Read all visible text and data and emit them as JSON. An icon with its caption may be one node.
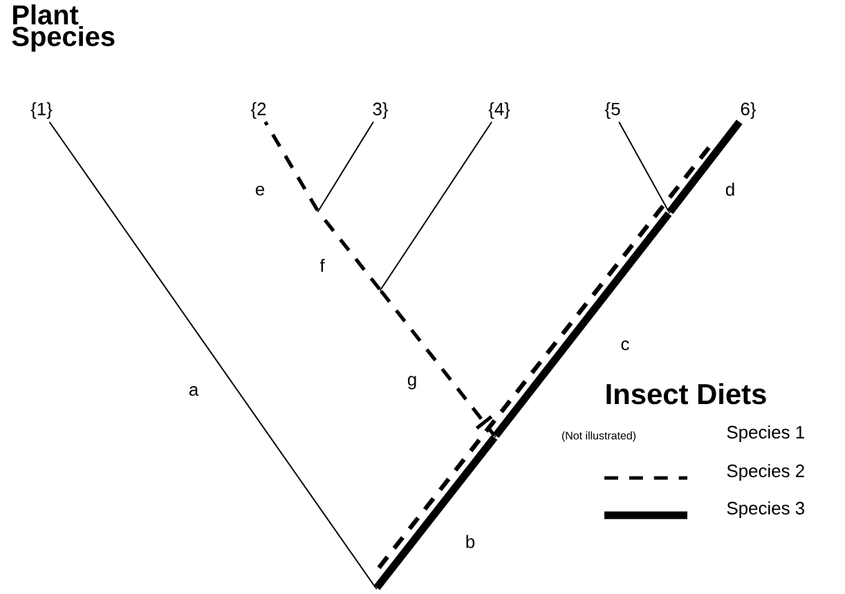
{
  "diagram": {
    "title": "Plant Species",
    "nodes": [
      {
        "text": [
          "{1}"
        ]
      },
      {
        "text": [
          "{2"
        ]
      },
      {
        "text": [
          "3}"
        ]
      },
      {
        "text": [
          "{4}"
        ]
      },
      {
        "text": [
          "{5"
        ]
      },
      {
        "text": [
          "6}"
        ]
      },
      {
        "text": [],
        "shape": "point"
      },
      {
        "text": [],
        "shape": "point"
      },
      {
        "text": [],
        "shape": "point"
      },
      {
        "text": [],
        "shape": "point"
      },
      {
        "text": [],
        "shape": "point"
      }
    ],
    "edges": [
      {
        "from": 6,
        "to": 0,
        "arrow": "none",
        "label": "a"
      },
      {
        "from": 6,
        "to": 7,
        "arrow": "none",
        "label": "b",
        "style": "thick"
      },
      {
        "from": 7,
        "to": 8,
        "arrow": "none",
        "label": "c",
        "style": "thick"
      },
      {
        "from": 8,
        "to": 5,
        "arrow": "none",
        "label": "d",
        "style": "thick"
      },
      {
        "from": 10,
        "to": 1,
        "arrow": "none",
        "label": "e",
        "style": "dashed"
      },
      {
        "from": 9,
        "to": 10,
        "arrow": "none",
        "label": "f",
        "style": "dashed"
      },
      {
        "from": 9,
        "to": 7,
        "arrow": "none",
        "label": "g",
        "style": "dashed"
      },
      {
        "from": 10,
        "to": 2,
        "arrow": "none"
      },
      {
        "from": 9,
        "to": 3,
        "arrow": "none"
      },
      {
        "from": 8,
        "to": 4,
        "arrow": "none"
      }
    ],
    "labels": [
      "Insect Diets",
      "(Not illustrated)"
    ],
    "legend": [
      {
        "text": "Species 1"
      },
      {
        "text": "Species 2"
      },
      {
        "text": "Species 3"
      }
    ]
  }
}
